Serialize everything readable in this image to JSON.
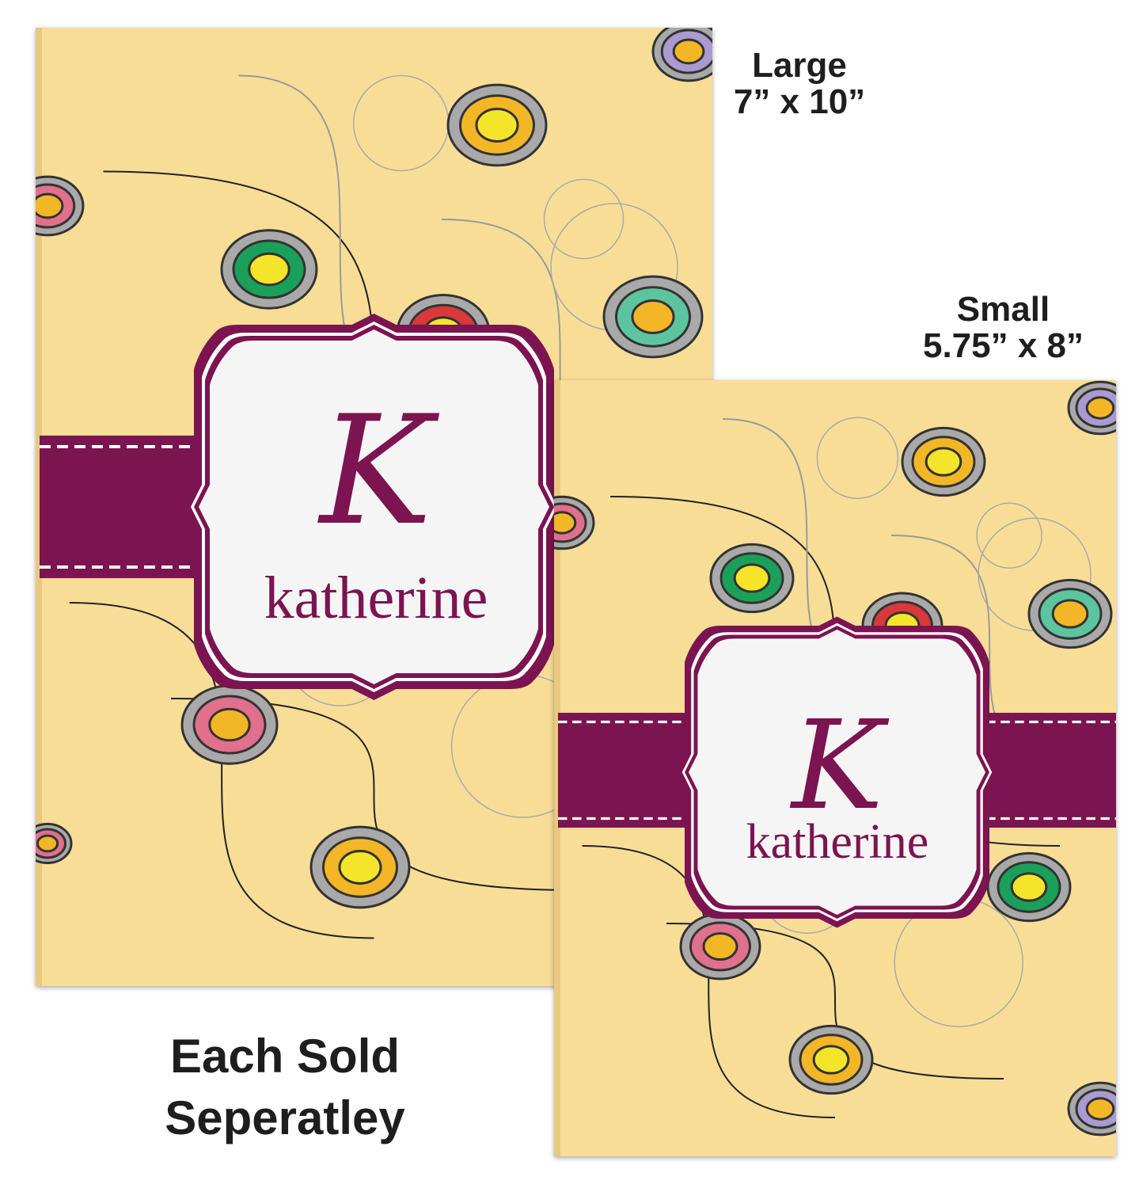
{
  "products": [
    {
      "id": "large",
      "size_name": "Large",
      "dimensions": "7” x 10”",
      "monogram": "K",
      "name": "katherine"
    },
    {
      "id": "small",
      "size_name": "Small",
      "dimensions": "5.75” x 8”",
      "monogram": "K",
      "name": "katherine"
    }
  ],
  "note": {
    "line1": "Each Sold",
    "line2": "Seperatley"
  },
  "colors": {
    "cover": "#f8dd97",
    "accent": "#7b1450",
    "label_bg": "#f6f5f5",
    "ring_gray": "#a9a9a9",
    "yellow": "#f5e52a",
    "orange": "#f3b626",
    "green": "#1ba05a",
    "teal": "#5cc5a0",
    "pink": "#e0708c",
    "red": "#d9393a",
    "lavender": "#a99ad0"
  }
}
